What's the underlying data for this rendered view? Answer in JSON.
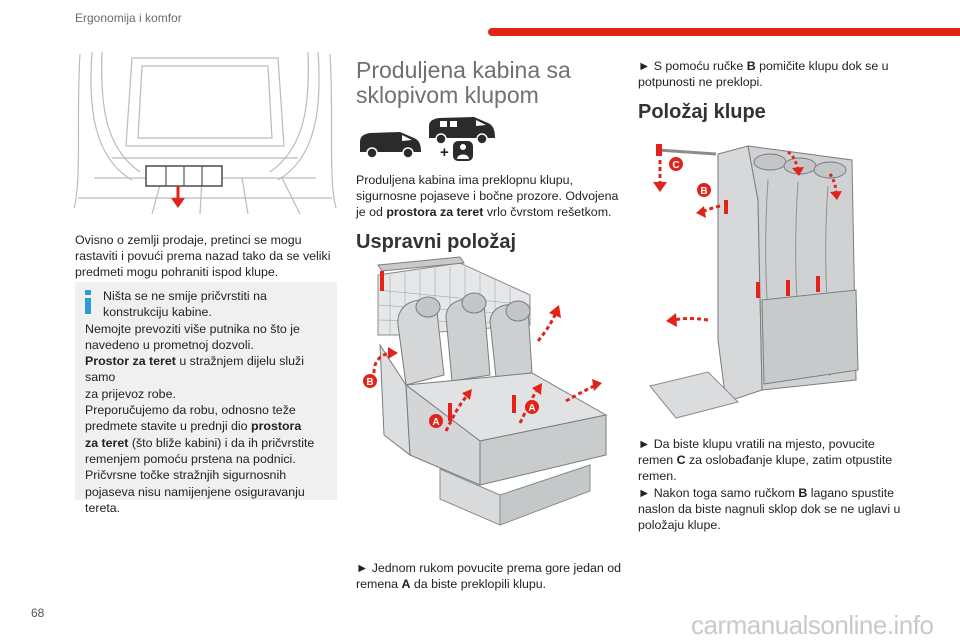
{
  "header": {
    "title": "Ergonomija i komfor"
  },
  "page_number": "68",
  "watermark": "carmanualsonline.info",
  "colors": {
    "accent": "#e2231a",
    "heading_grey": "#6d7173",
    "note_bg": "#f0f0f1"
  },
  "col1": {
    "para_line1": "Ovisno o zemlji prodaje, pretinci se mogu",
    "para_line2": "rastaviti i povući prema nazad tako da se veliki",
    "para_line3": "predmeti mogu pohraniti ispod klupe.",
    "note": {
      "icon": "info-icon",
      "l1": "Ništa se ne smije pričvrstiti na",
      "l2": "konstrukciju kabine.",
      "l3": "Nemojte prevoziti više putnika no što je",
      "l4": "navedeno u prometnoj dozvoli.",
      "l5_bold": "Prostor za teret",
      "l5_rest": " u stražnjem dijelu služi samo",
      "l6": "za prijevoz robe.",
      "l7": "Preporučujemo da robu, odnosno teže",
      "l8_pre": "predmete stavite u prednji dio ",
      "l8_bold": "prostora",
      "l9_bold": "za teret",
      "l9_rest": " (što bliže kabini) i da ih pričvrstite",
      "l10": "remenjem pomoću prstena na podnici.",
      "l11": "Pričvrsne točke stražnjih sigurnosnih",
      "l12": "pojaseva nisu namijenjene osiguravanju",
      "l13": "tereta."
    }
  },
  "col2": {
    "heading_l1": "Produljena kabina sa",
    "heading_l2": "sklopivom klupom",
    "icons": [
      "van-icon",
      "extended-cab-van-icon",
      "plus-icon",
      "passenger-seat-icon"
    ],
    "plus": "+",
    "para_l1": "Produljena kabina ima preklopnu klupu,",
    "para_l2": "sigurnosne pojaseve i bočne prozore. Odvojena",
    "para_l3_pre": "je od ",
    "para_l3_bold": "prostora za teret",
    "para_l3_rest": "  vrlo čvrstom rešetkom.",
    "subheading": "Uspravni položaj",
    "figure_labels": {
      "a1": "A",
      "a2": "A",
      "b": "B"
    },
    "step_l1": "► Jednom rukom povucite prema gore jedan od",
    "step_l2_pre": "remena ",
    "step_l2_bold": "A",
    "step_l2_rest": " da biste preklopili klupu."
  },
  "col3": {
    "step1_l1_pre": "► S pomoću ručke ",
    "step1_l1_bold": "B",
    "step1_l1_rest": " pomičite klupu dok se u",
    "step1_l2": "potpunosti ne preklopi.",
    "heading": "Položaj klupe",
    "figure_labels": {
      "c": "C",
      "b": "B"
    },
    "s2_l1": "► Da biste klupu vratili na mjesto, povucite",
    "s2_l2_pre": "remen ",
    "s2_l2_bold": "C",
    "s2_l2_rest": " za oslobađanje klupe, zatim otpustite",
    "s2_l3": "remen.",
    "s3_l1_pre": "► Nakon toga samo ručkom ",
    "s3_l1_bold": "B",
    "s3_l1_rest": " lagano spustite",
    "s3_l2": "naslon da biste nagnuli sklop dok se ne uglavi u",
    "s3_l3": "položaju klupe."
  }
}
